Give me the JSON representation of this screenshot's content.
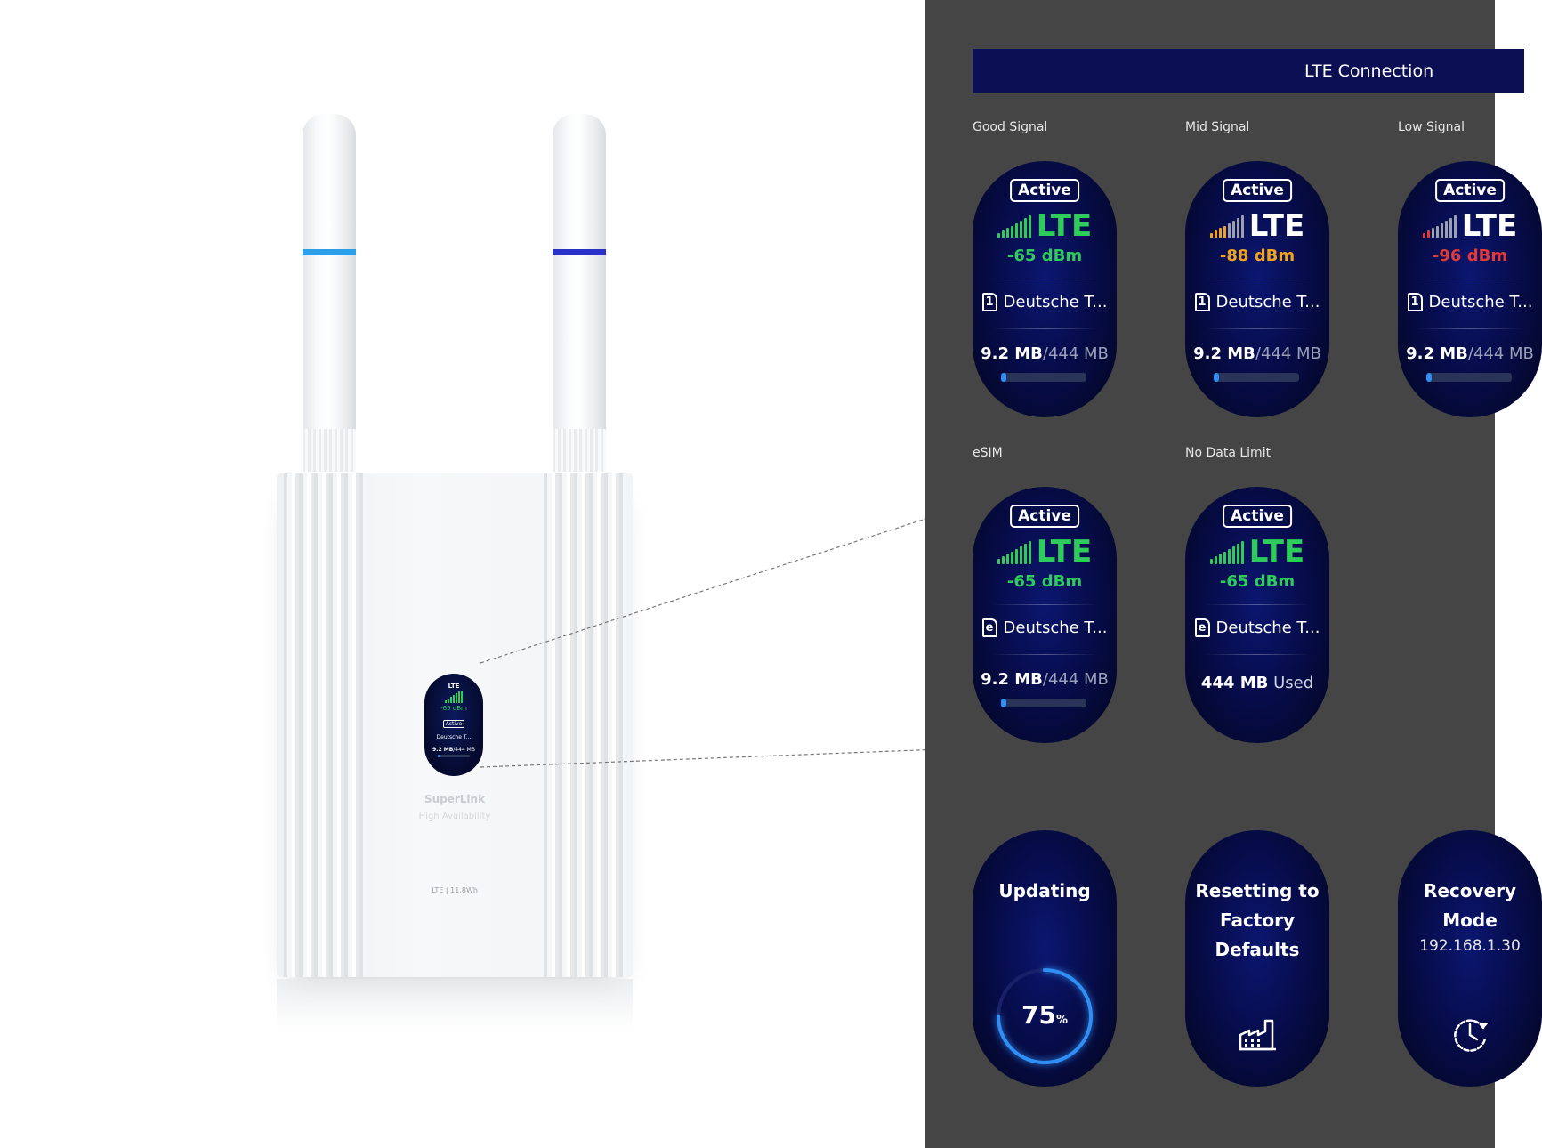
{
  "device": {
    "brand": "SuperLink",
    "subtitle": "High Availability",
    "spec": "LTE | 11.8Wh",
    "mini_screen": {
      "network": "LTE",
      "signal": "-65 dBm",
      "status": "Active",
      "carrier": "Deutsche T...",
      "usage": "9.2 MB",
      "total": "/444 MB"
    },
    "antenna_ring_colors": [
      "#2b9fe8",
      "#2a31c8"
    ]
  },
  "panel": {
    "title": "LTE Connection",
    "colors": {
      "good": "#2ecc5a",
      "mid": "#f2a21e",
      "low": "#e23a3a",
      "accent": "#2f8ff5"
    },
    "cards": [
      {
        "label": "Good Signal",
        "status": "Active",
        "network": "LTE",
        "signal": "-65 dBm",
        "level": "good",
        "sim_icon": "sim-1-icon",
        "sim": "1",
        "carrier": "Deutsche T...",
        "used": "9.2 MB",
        "total": "444 MB",
        "usage_fraction": 0.02
      },
      {
        "label": "Mid Signal",
        "status": "Active",
        "network": "LTE",
        "signal": "-88 dBm",
        "level": "mid",
        "sim_icon": "sim-1-icon",
        "sim": "1",
        "carrier": "Deutsche T...",
        "used": "9.2 MB",
        "total": "444 MB",
        "usage_fraction": 0.02
      },
      {
        "label": "Low Signal",
        "status": "Active",
        "network": "LTE",
        "signal": "-96 dBm",
        "level": "low",
        "sim_icon": "sim-1-icon",
        "sim": "1",
        "carrier": "Deutsche T...",
        "used": "9.2 MB",
        "total": "444 MB",
        "usage_fraction": 0.02
      },
      {
        "label": "eSIM",
        "status": "Active",
        "network": "LTE",
        "signal": "-65 dBm",
        "level": "good",
        "sim_icon": "esim-icon",
        "sim": "e",
        "carrier": "Deutsche T...",
        "used": "9.2 MB",
        "total": "444 MB",
        "usage_fraction": 0.02
      },
      {
        "label": "No Data Limit",
        "status": "Active",
        "network": "LTE",
        "signal": "-65 dBm",
        "level": "good",
        "sim_icon": "esim-icon",
        "sim": "e",
        "carrier": "Deutsche T...",
        "used": "444 MB",
        "used_suffix": " Used"
      }
    ],
    "states": [
      {
        "title": "Updating",
        "progress": 75,
        "progress_unit": "%"
      },
      {
        "title": "Resetting to\nFactory\nDefaults",
        "icon": "factory-icon"
      },
      {
        "title": "Recovery\nMode",
        "subtitle": "192.168.1.30",
        "icon": "clock-restore-icon"
      }
    ]
  }
}
